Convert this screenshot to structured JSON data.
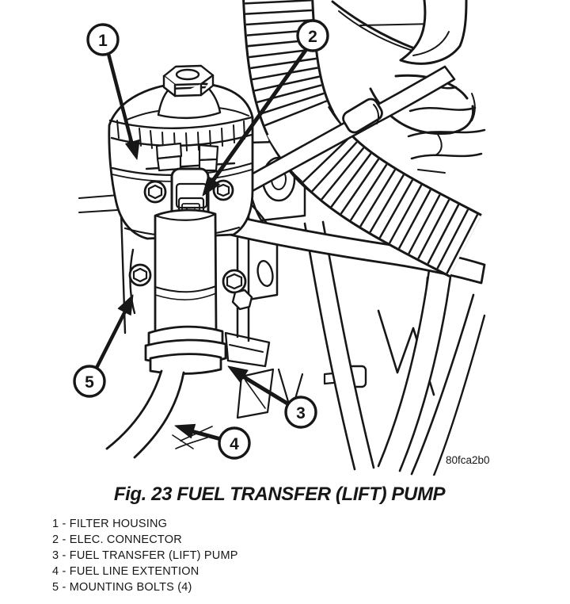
{
  "figure": {
    "caption": "Fig. 23 FUEL TRANSFER (LIFT) PUMP",
    "code": "80fca2b0",
    "sep": " - ",
    "callouts": [
      {
        "num": "1",
        "label": "FILTER HOUSING"
      },
      {
        "num": "2",
        "label": "ELEC. CONNECTOR"
      },
      {
        "num": "3",
        "label": "FUEL TRANSFER (LIFT) PUMP"
      },
      {
        "num": "4",
        "label": "FUEL LINE EXTENTION"
      },
      {
        "num": "5",
        "label": "MOUNTING BOLTS (4)"
      }
    ]
  },
  "colors": {
    "ink": "#171717",
    "paper": "#ffffff"
  }
}
